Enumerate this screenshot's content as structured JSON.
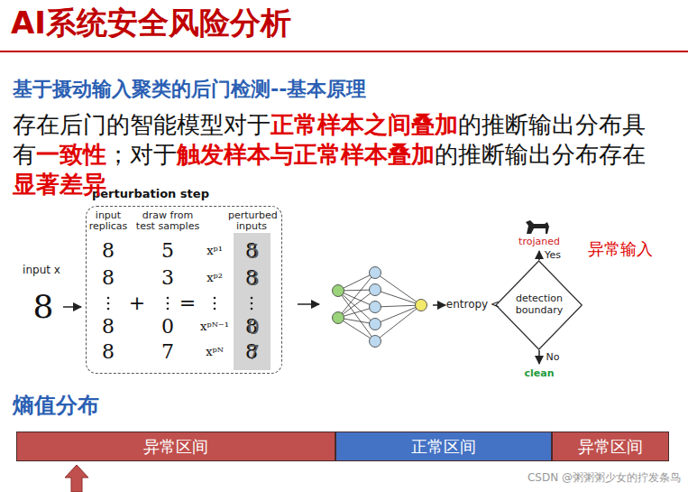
{
  "diagram": {
    "title": "AI系统安全风险分析",
    "nodes": [
      {
        "text": [
          "perturbation step"
        ]
      },
      {
        "text": [
          "detection boundary"
        ]
      },
      {
        "text": [
          "异常区间"
        ]
      },
      {
        "text": [
          "正常区间"
        ]
      },
      {
        "text": [
          "异常区间"
        ]
      }
    ],
    "labels": [
      "基于摄动输入聚类的后门检测--基本原理",
      "存在后门的智能模型对于",
      "正常样本之间叠加",
      "的推断输出分布具有",
      "一致性",
      "；对于",
      "触发样本与正常样本叠加",
      "的推断输出分布存在",
      "显著差异",
      "input replicas",
      "draw from test samples",
      "perturbed inputs",
      "input x",
      "8",
      "8",
      "8",
      "8",
      "8",
      "5",
      "3",
      "0",
      "7",
      "xᵖ¹",
      "xᵖ²",
      "xᵖᴺ⁻¹",
      "xᵖᴺ",
      "8",
      "5",
      "8",
      "3",
      "8",
      "0",
      "8",
      "7",
      "+",
      "=",
      "entropy",
      "<",
      "Yes",
      "No",
      "trojaned",
      "clean",
      "异常输入",
      "熵值分布",
      "CSDN @粥粥粥少女的拧发条鸟"
    ]
  }
}
